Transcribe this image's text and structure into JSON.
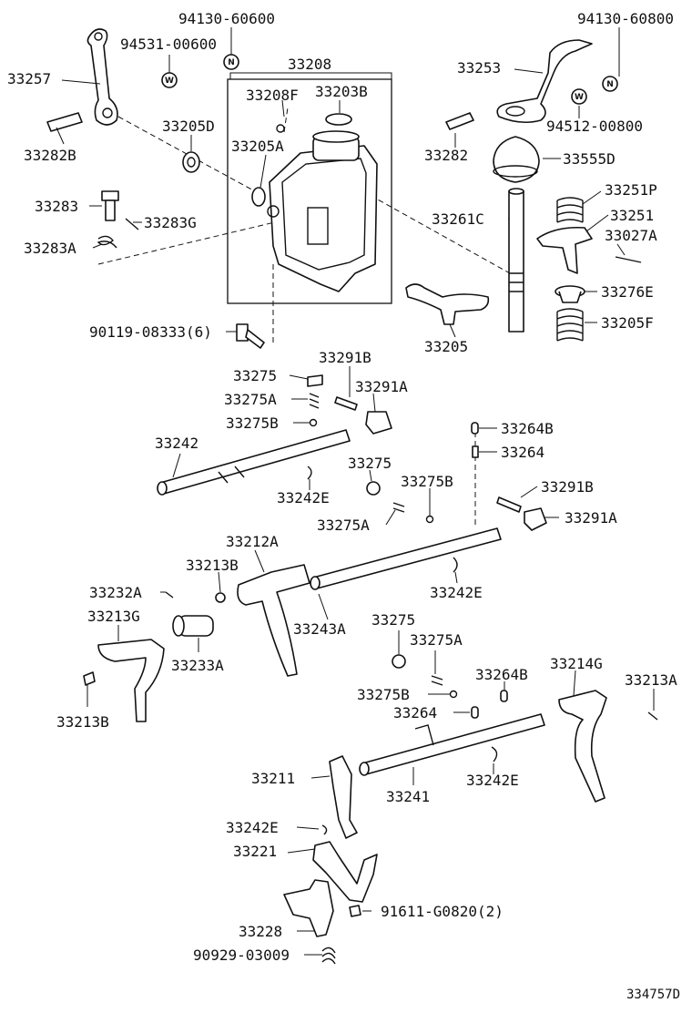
{
  "diagram": {
    "footer_code": "334757D",
    "badge_n": "N",
    "badge_w": "W",
    "labels": {
      "p94130_60600": "94130-60600",
      "p94531_00600": "94531-00600",
      "p33208": "33208",
      "p94130_60800": "94130-60800",
      "p33257": "33257",
      "p33253": "33253",
      "p33208F": "33208F",
      "p33203B": "33203B",
      "p33205D": "33205D",
      "p94512_00800": "94512-00800",
      "p33282B": "33282B",
      "p33205A": "33205A",
      "p33282": "33282",
      "p33555D": "33555D",
      "p33251P": "33251P",
      "p33283": "33283",
      "p33283G": "33283G",
      "p33261C": "33261C",
      "p33251": "33251",
      "p33027A": "33027A",
      "p33283A": "33283A",
      "p33276E": "33276E",
      "p33205F": "33205F",
      "p90119": "90119-08333(6)",
      "p33205": "33205",
      "p33291B_1": "33291B",
      "p33275_1": "33275",
      "p33291A_1": "33291A",
      "p33275A_1": "33275A",
      "p33275B_1": "33275B",
      "p33264B_1": "33264B",
      "p33242": "33242",
      "p33264_1": "33264",
      "p33275_2": "33275",
      "p33242E_1": "33242E",
      "p33275B_2": "33275B",
      "p33291B_2": "33291B",
      "p33275A_2": "33275A",
      "p33291A_2": "33291A",
      "p33212A": "33212A",
      "p33213B_1": "33213B",
      "p33242E_2": "33242E",
      "p33232A": "33232A",
      "p33213G": "33213G",
      "p33243A": "33243A",
      "p33275_3": "33275",
      "p33233A": "33233A",
      "p33275A_3": "33275A",
      "p33214G": "33214G",
      "p33213A": "33213A",
      "p33264B_2": "33264B",
      "p33275B_3": "33275B",
      "p33264_2": "33264",
      "p33213B_2": "33213B",
      "p33211": "33211",
      "p33242E_3": "33242E",
      "p33241": "33241",
      "p33242E_4": "33242E",
      "p33221": "33221",
      "p91611": "91611-G0820(2)",
      "p33228": "33228",
      "p90929": "90929-03009"
    }
  }
}
